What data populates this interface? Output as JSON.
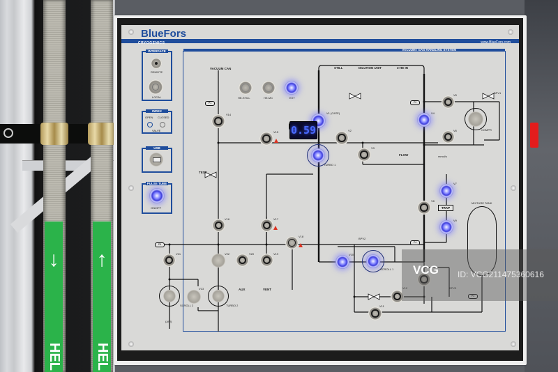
{
  "panel": {
    "brand": "BlueFors",
    "subtitle": "CRYOGENICS",
    "website": "www.BlueFors.com",
    "accent_color": "#1f4d9c"
  },
  "sections": {
    "interface": {
      "title": "INTERFACE",
      "remote": "REMOTE",
      "local": "LOCAL"
    },
    "index": {
      "title": "INDEX",
      "open": "OPEN",
      "closed": "CLOSED",
      "valve": "VALVE"
    },
    "usb": {
      "title": "USB"
    },
    "pulse_tube": {
      "title": "PULSE TUBE",
      "onoff": "ON/OFF"
    },
    "main": {
      "title": "VACUUM / GAS HANDLING SYSTEM"
    }
  },
  "labels": {
    "vacuum_can": "VACUUM CAN",
    "still": "STILL",
    "dilution_unit": "DILUTION UNIT",
    "he3_in": "3-HE IN",
    "test": "TEST",
    "aux": "AUX",
    "vent": "VENT",
    "air": "(AIR)",
    "mixture_tank": "MIXTURE TANK",
    "trap": "TRAP",
    "flow": "FLOW",
    "flow_unit": "mmol/s",
    "he_still": "HE-STILL",
    "he_mc": "HE-MC",
    "ext": "EXT",
    "turbo1": "TURBO 1",
    "turbo2": "TURBO 2",
    "scroll1": "SCROLL 1",
    "scroll2": "SCROLL 2",
    "compr": "COMPR",
    "bpv1": "BPV1",
    "bpv2": "BPV2",
    "bpv3": "BPV3"
  },
  "valves": {
    "v1": "V1 (GATE)",
    "v2": "V2",
    "v3": "V3",
    "v4": "V4",
    "v5": "V5",
    "v6": "V6",
    "v7": "V7",
    "v8": "V8",
    "v9": "V9",
    "v10": "V10",
    "v11": "V11",
    "v12": "V12",
    "v13": "V13",
    "v14": "V14",
    "v15": "V15",
    "v16": "V16",
    "v17": "V17",
    "v18": "V18",
    "v19": "V19",
    "v20": "V20",
    "v21": "V21",
    "v22": "V22"
  },
  "pressure": {
    "p1": "P1",
    "p2": "P2",
    "p3": "P3",
    "p4": "P4",
    "p5": "P5",
    "p6": "P6"
  },
  "flow_reading": "0.59",
  "hoses": {
    "tag_text": "HEL",
    "tag_color": "#2bb34a"
  },
  "watermark": {
    "logo": "VCG",
    "id": "ID: VCG211475360616"
  }
}
